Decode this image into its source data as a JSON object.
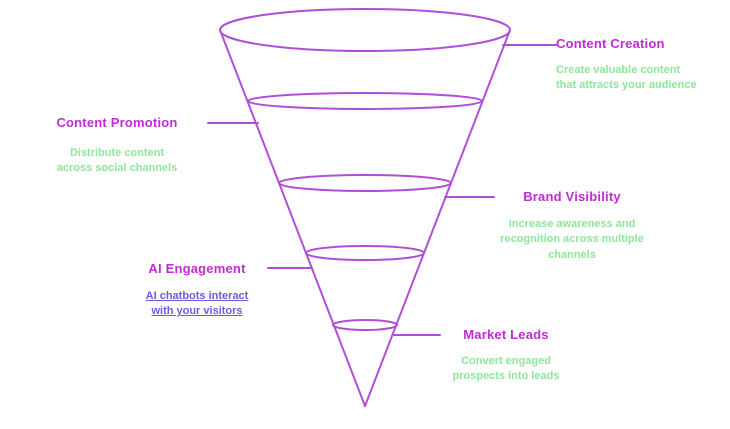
{
  "colors": {
    "funnel-stroke": "#b04fd6",
    "title": "#c02bd4",
    "subtitle-green": "#8ee69a",
    "subtitle-link": "#6b5ce0",
    "bg": "#ffffff"
  },
  "diagram": {
    "type": "funnel",
    "orientation": "inverted-cone"
  },
  "stages": [
    {
      "id": "content-creation",
      "side": "right",
      "title": "Content Creation",
      "subtitle": "Create valuable content\nthat attracts your audience"
    },
    {
      "id": "content-promotion",
      "side": "left",
      "title": "Content Promotion",
      "subtitle": "Distribute content\nacross social channels"
    },
    {
      "id": "brand-visibility",
      "side": "right",
      "title": "Brand Visibility",
      "subtitle": "Increase awareness and\nrecognition across multiple\nchannels"
    },
    {
      "id": "ai-engagement",
      "side": "left",
      "title": "AI Engagement",
      "subtitle": "AI chatbots interact\nwith your visitors"
    },
    {
      "id": "market-leads",
      "side": "right",
      "title": "Market Leads",
      "subtitle": "Convert engaged\nprospects into leads"
    }
  ]
}
